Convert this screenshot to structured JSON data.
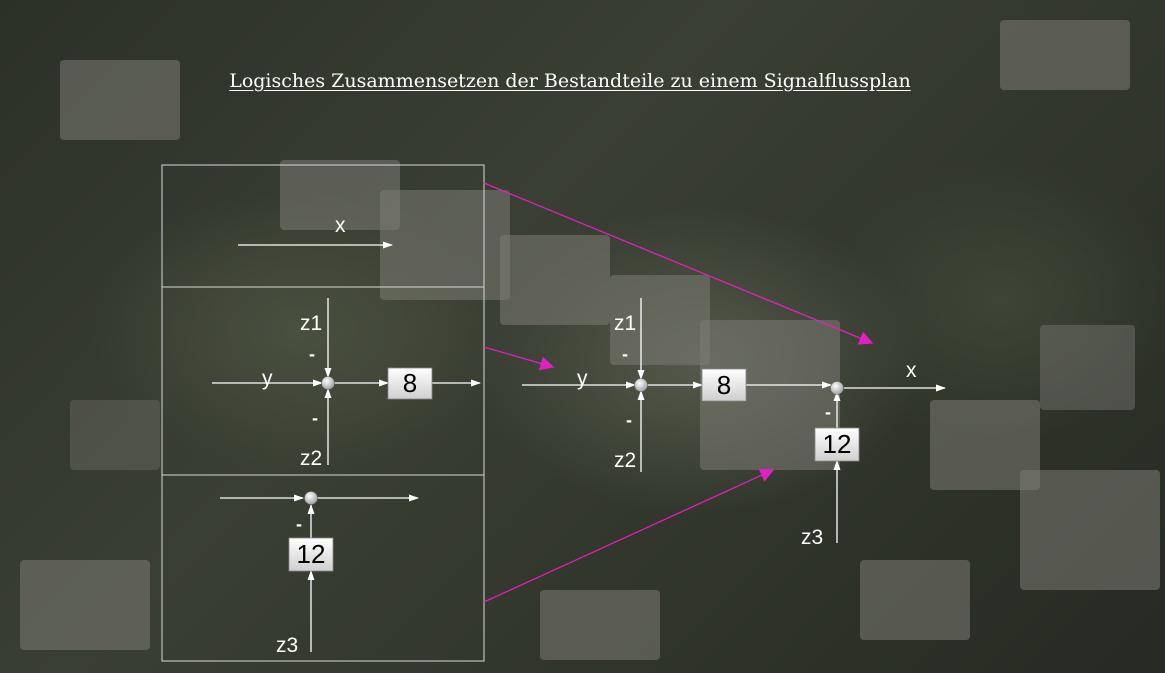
{
  "title": "Logisches Zusammensetzen der Bestandteile zu einem Signalflussplan",
  "left_panel": {
    "top": {
      "signal_x": "x"
    },
    "middle": {
      "input_y": "y",
      "disturbance_z1": "z1",
      "disturbance_z2": "z2",
      "sign_top": "-",
      "sign_bottom": "-",
      "gain_block": "8"
    },
    "bottom": {
      "disturbance_z3": "z3",
      "sign": "-",
      "gain_block": "12"
    }
  },
  "combined": {
    "input_y": "y",
    "disturbance_z1": "z1",
    "disturbance_z2": "z2",
    "sign_top": "-",
    "sign_bottom": "-",
    "gain_block_1": "8",
    "gain_block_2": "12",
    "sign_z3": "-",
    "disturbance_z3": "z3",
    "output_x": "x"
  },
  "colors": {
    "lines": "#ffffff",
    "connectors": "#e020c0",
    "block_fill": "#e8e8e8"
  }
}
